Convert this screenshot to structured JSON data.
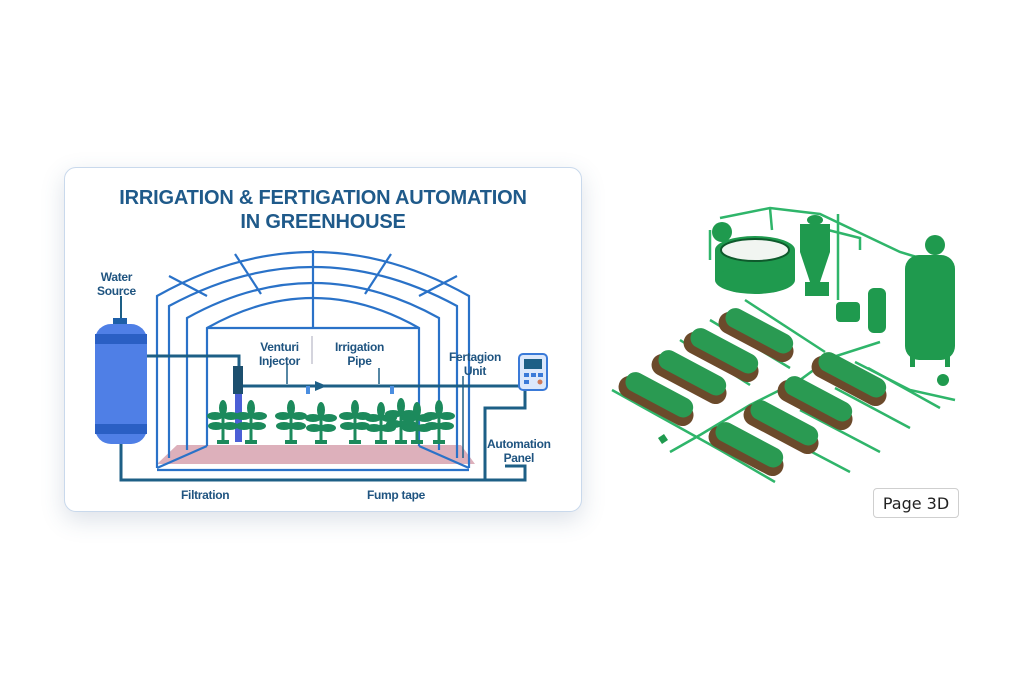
{
  "diagram": {
    "title_line1": "IRRIGATION & FERTIGATION AUTOMATION",
    "title_line2": "IN GREENHOUSE",
    "labels": {
      "water_source_1": "Water",
      "water_source_2": "Source",
      "venturi_1": "Venturi",
      "venturi_2": "Injector",
      "irrigation_pipe_1": "Irrigation",
      "irrigation_pipe_2": "Pipe",
      "fertigation_1": "Fertagion",
      "fertigation_2": "Unit",
      "automation_1": "Automation",
      "automation_2": "Panel",
      "filtration": "Filtration",
      "pump_tape": "Fump tape"
    },
    "colors": {
      "title": "#1f5a8a",
      "frame_blue": "#2a72c8",
      "pipe_dark": "#1d5f86",
      "tank_blue": "#4f7fe6",
      "plant_green": "#1c8a5c",
      "soil_pink": "#d9a7b4",
      "iso_green": "#1f9a4e"
    }
  },
  "illustration": {
    "name": "isometric-fertigation-system",
    "bed_count": 8
  },
  "badge": {
    "label": "Page 3D"
  }
}
